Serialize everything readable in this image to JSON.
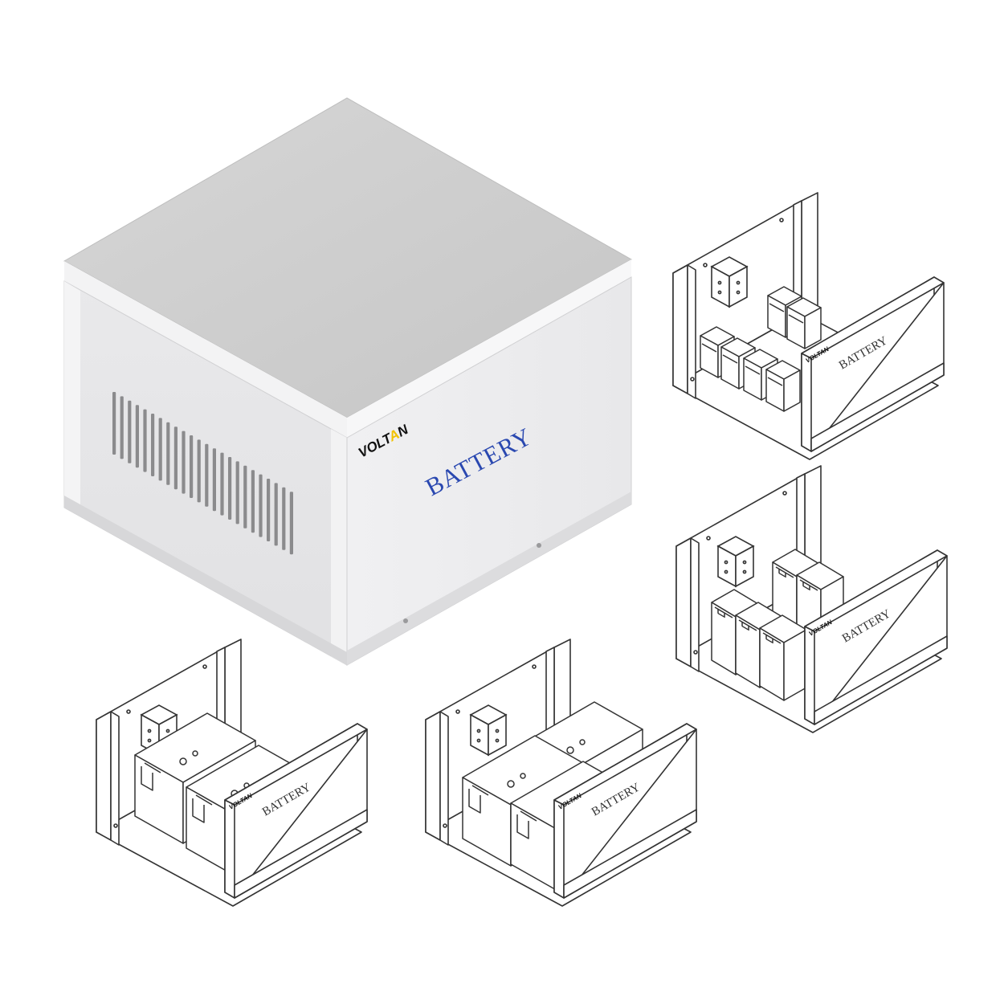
{
  "main_unit": {
    "brand_before": "VOLT",
    "brand_accent": "A",
    "brand_after": "N",
    "label": "BATTERY",
    "colors": {
      "body_top": "#cfcfcf",
      "body_front": "#e6e6e8",
      "body_side": "#ececee",
      "label": "#2a48b0",
      "brand": "#111111",
      "brand_accent": "#f2c200"
    }
  },
  "open_cabinets": [
    {
      "brand": "VOLTAN",
      "label": "BATTERY",
      "battery_layout": "small-12-cell"
    },
    {
      "brand": "VOLTAN",
      "label": "BATTERY",
      "battery_layout": "tall-front-terminal"
    },
    {
      "brand": "VOLTAN",
      "label": "BATTERY",
      "battery_layout": "two-large-handle"
    },
    {
      "brand": "VOLTAN",
      "label": "BATTERY",
      "battery_layout": "four-large-stacked"
    }
  ],
  "line_color": "#333333"
}
